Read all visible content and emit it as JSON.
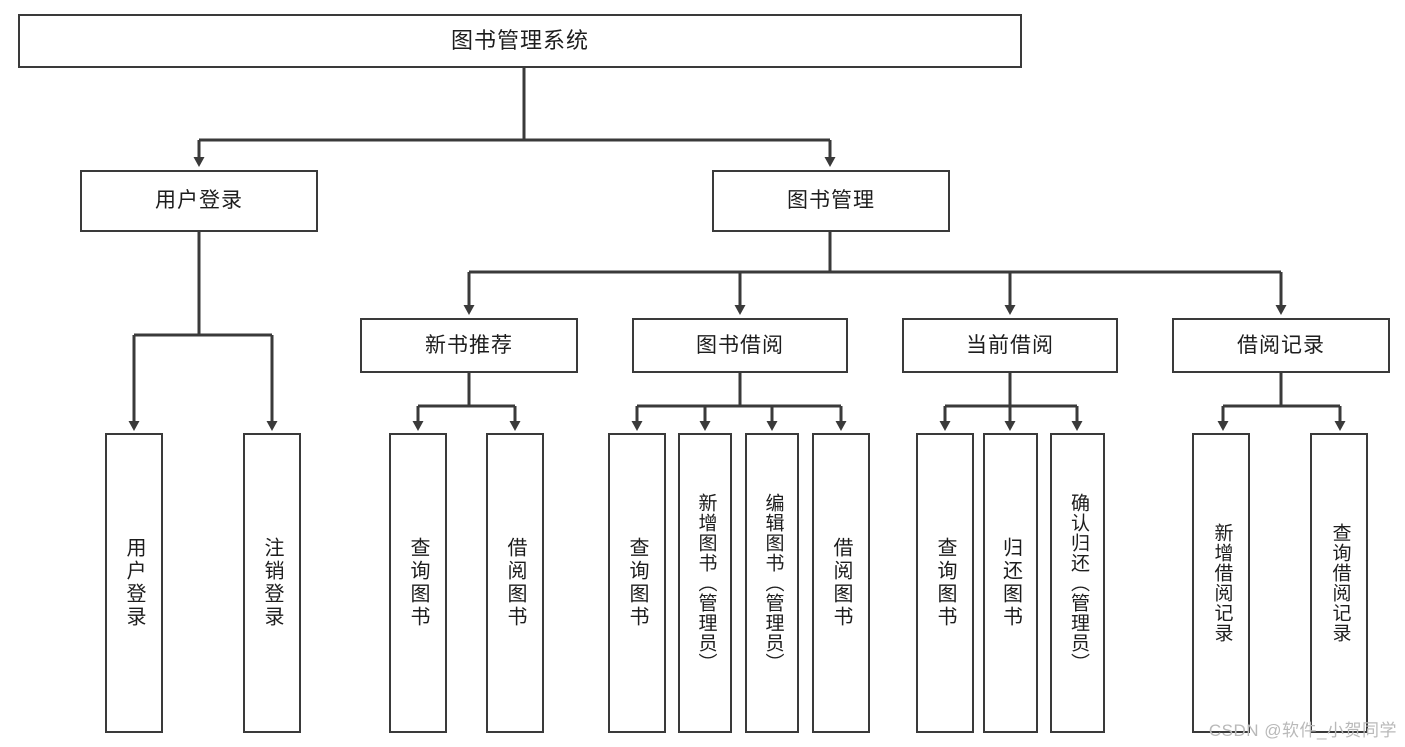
{
  "diagram": {
    "type": "tree",
    "title": "图书管理系统",
    "theme": {
      "background": "#ffffff",
      "box_border": "#3a3a3a",
      "box_fill": "#ffffff",
      "text": "#1d1d1d",
      "connector": "#3a3a3a",
      "watermark": "#b9b9b9"
    },
    "root": {
      "label": "图书管理系统"
    },
    "level2": [
      {
        "label": "用户登录"
      },
      {
        "label": "图书管理"
      }
    ],
    "level3": [
      {
        "label": "新书推荐"
      },
      {
        "label": "图书借阅"
      },
      {
        "label": "当前借阅"
      },
      {
        "label": "借阅记录"
      }
    ],
    "leaves": {
      "user_login": [
        {
          "label": "用户登录"
        },
        {
          "label": "注销登录"
        }
      ],
      "new_book_recommend": [
        {
          "label": "查询图书"
        },
        {
          "label": "借阅图书"
        }
      ],
      "book_borrow": [
        {
          "label": "查询图书"
        },
        {
          "label": "新增图书（管理员）"
        },
        {
          "label": "编辑图书（管理员）"
        },
        {
          "label": "借阅图书"
        }
      ],
      "current_borrow": [
        {
          "label": "查询图书"
        },
        {
          "label": "归还图书"
        },
        {
          "label": "确认归还（管理员）"
        }
      ],
      "borrow_record": [
        {
          "label": "新增借阅记录"
        },
        {
          "label": "查询借阅记录"
        }
      ]
    },
    "watermark": "CSDN @软件_小贺同学"
  }
}
